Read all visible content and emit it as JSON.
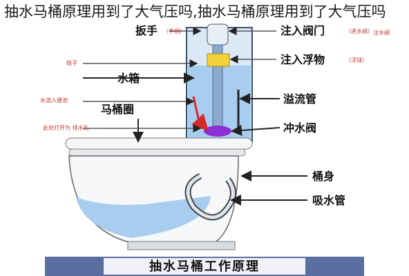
{
  "title": "抽水马桶原理用到了大气压吗,抽水马桶原理用到了大气压吗",
  "diagram": {
    "banner": "抽水马桶工作原理",
    "left_labels": [
      {
        "big": "扳手",
        "small": "（手柄）"
      },
      {
        "big": "",
        "small": "链子"
      },
      {
        "big": "水箱",
        "small": ""
      },
      {
        "big": "",
        "small": "水流入便池"
      },
      {
        "big": "马桶圈",
        "small": ""
      },
      {
        "big": "",
        "small": "此处打开为 排水孔"
      }
    ],
    "right_labels": [
      {
        "big": "注入阀门",
        "small": "（进水阀）"
      },
      {
        "big": "注入浮物",
        "small": "（浮球）"
      },
      {
        "big": "溢流管",
        "small": ""
      },
      {
        "big": "冲水阀",
        "small": ""
      },
      {
        "big": "桶身",
        "small": ""
      },
      {
        "big": "吸水管",
        "small": ""
      }
    ],
    "small_left": "注水阀"
  },
  "colors": {
    "water": "#a9cdee",
    "tank_border": "#3a4f6b",
    "arrow_red": "#d42a2a",
    "float_yellow": "#f3d13a",
    "flush_purple": "#8b2fd6",
    "banner_bg": "#5a6fa0"
  }
}
